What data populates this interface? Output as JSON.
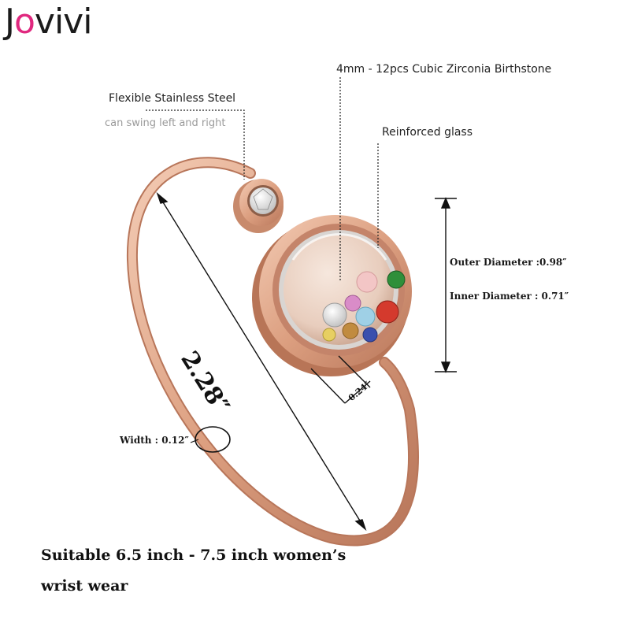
{
  "brand": {
    "prefix": "J",
    "accent": "o",
    "suffix": "vivi"
  },
  "callouts": {
    "flexible_title": "Flexible Stainless Steel",
    "flexible_sub": "can swing left and right",
    "birthstone": "4mm - 12pcs Cubic Zirconia Birthstone",
    "glass": "Reinforced glass",
    "outer_diameter": "Outer Diameter :0.98″",
    "inner_diameter": "Inner Diameter : 0.71″",
    "diameter": "2.28″",
    "thickness": "0.24″",
    "width": "Width : 0.12″"
  },
  "footer": {
    "line1": "Suitable 6.5 inch - 7.5 inch women’s",
    "line2": "wrist wear"
  },
  "colors": {
    "rose_gold": "#e3a98a",
    "rose_gold_dark": "#c98466",
    "brand_accent": "#e0287f"
  }
}
